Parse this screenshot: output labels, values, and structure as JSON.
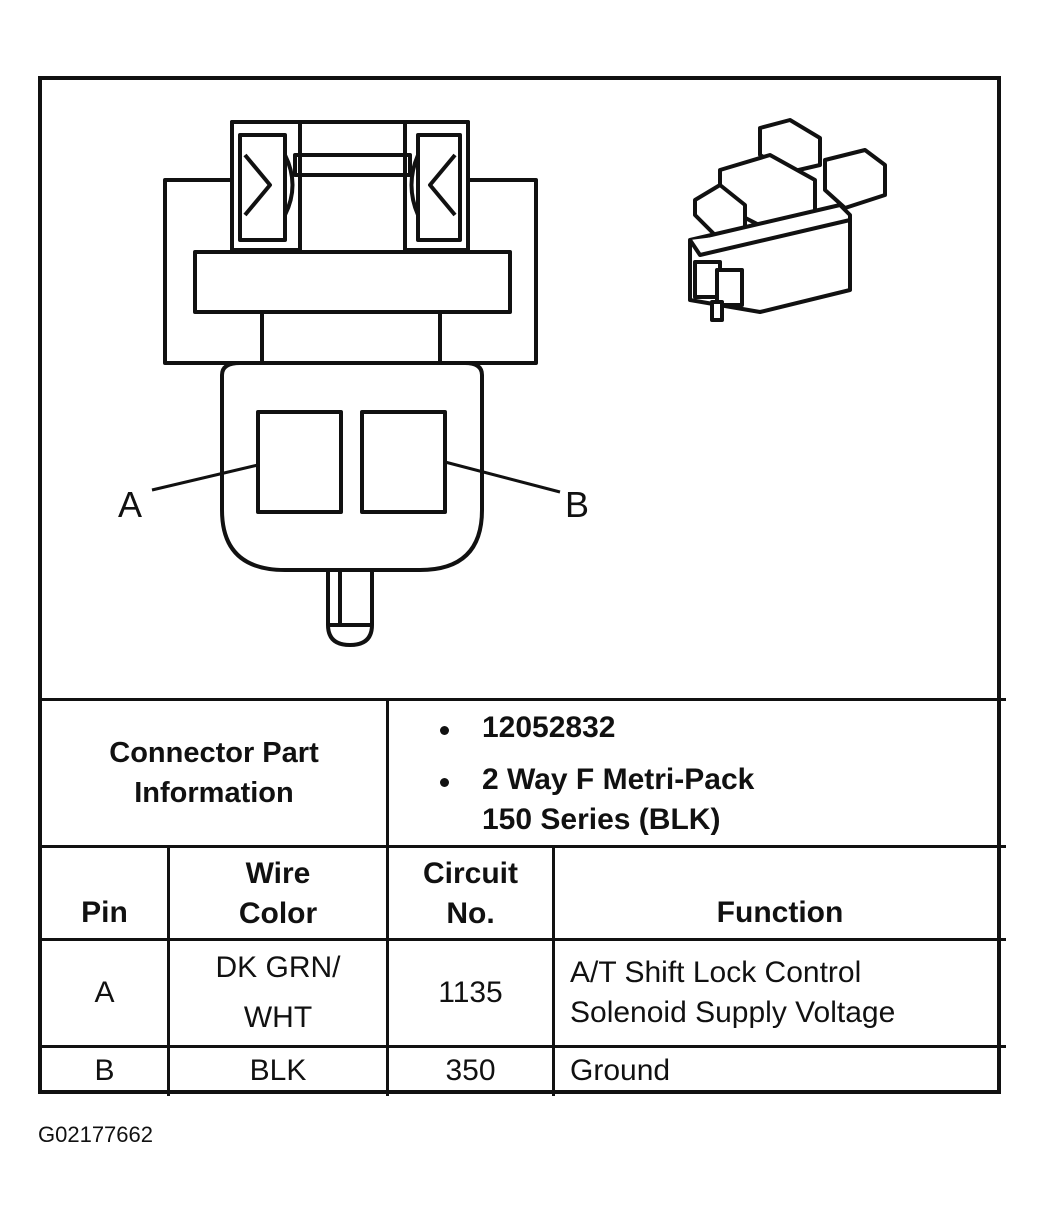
{
  "diagram": {
    "pin_labels": [
      "A",
      "B"
    ]
  },
  "connector_info": {
    "label": "Connector Part Information",
    "label_line1": "Connector Part",
    "label_line2": "Information",
    "bullets": [
      "12052832",
      "2 Way F Metri-Pack",
      "150 Series (BLK)"
    ]
  },
  "table": {
    "headers": {
      "pin": "Pin",
      "wire_color_line1": "Wire",
      "wire_color_line2": "Color",
      "circuit_line1": "Circuit",
      "circuit_line2": "No.",
      "function": "Function"
    },
    "rows": [
      {
        "pin": "A",
        "wire_color_line1": "DK GRN/",
        "wire_color_line2": "WHT",
        "circuit": "1135",
        "function_line1": "A/T Shift Lock Control",
        "function_line2": "Solenoid Supply Voltage"
      },
      {
        "pin": "B",
        "wire_color": "BLK",
        "circuit": "350",
        "function": "Ground"
      }
    ]
  },
  "figure_id": "G02177662"
}
